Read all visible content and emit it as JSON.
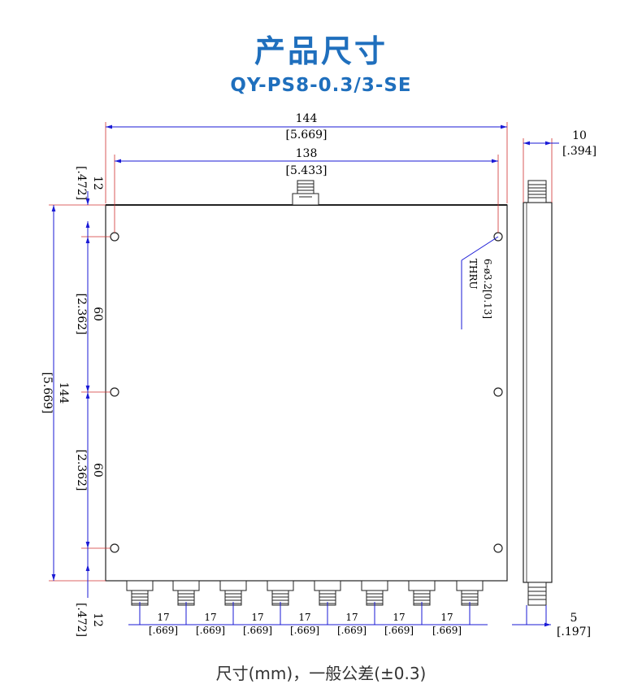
{
  "header": {
    "title": "产品尺寸",
    "model": "QY-PS8-0.3/3-SE"
  },
  "dimensions": {
    "width_overall": {
      "mm": "144",
      "inch": "[5.669]"
    },
    "hole_spacing_horizontal": {
      "mm": "138",
      "inch": "[5.433]"
    },
    "thickness": {
      "mm": "10",
      "inch": "[.394]"
    },
    "top_offset": {
      "mm": "12",
      "inch": "[.472]"
    },
    "bottom_offset": {
      "mm": "12",
      "inch": "[.472]"
    },
    "hole_spacing_upper": {
      "mm": "60",
      "inch": "[2.362]"
    },
    "hole_spacing_lower": {
      "mm": "60",
      "inch": "[2.362]"
    },
    "height_overall": {
      "mm": "144",
      "inch": "[5.669]"
    },
    "connector_pitch": {
      "mm": "17",
      "inch": "[.669]"
    },
    "side_connector_offset": {
      "mm": "5",
      "inch": "[.197]"
    },
    "holes_note": {
      "line1": "6-ø3.2[0.13]",
      "line2": "THRU"
    }
  },
  "footer": {
    "note": "尺寸(mm)，一般公差(±0.3)"
  }
}
